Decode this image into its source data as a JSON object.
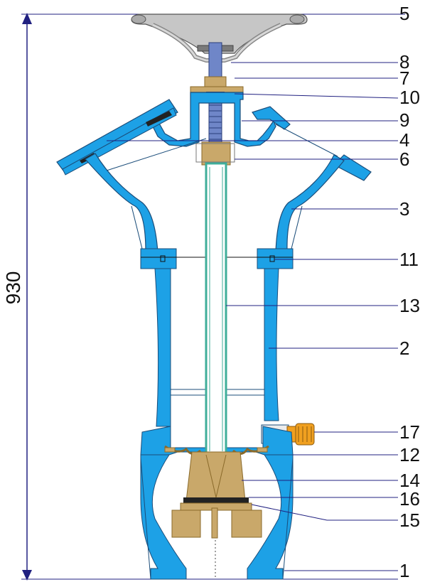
{
  "dimension": {
    "value": "930"
  },
  "callouts": [
    "5",
    "8",
    "7",
    "10",
    "9",
    "4",
    "6",
    "3",
    "11",
    "13",
    "2",
    "17",
    "12",
    "14",
    "16",
    "15",
    "1"
  ],
  "colors": {
    "body": "#1da1e6",
    "outline": "#1b4d7a",
    "brass": "#c9a86a",
    "brass_dark": "#8a6a2a",
    "handwheel": "#c6c6c6",
    "stem": "#6f86c8",
    "rod": "#3fae9a",
    "gasket": "#222222",
    "orange": "#f0a020",
    "dim_line": "#202080"
  }
}
